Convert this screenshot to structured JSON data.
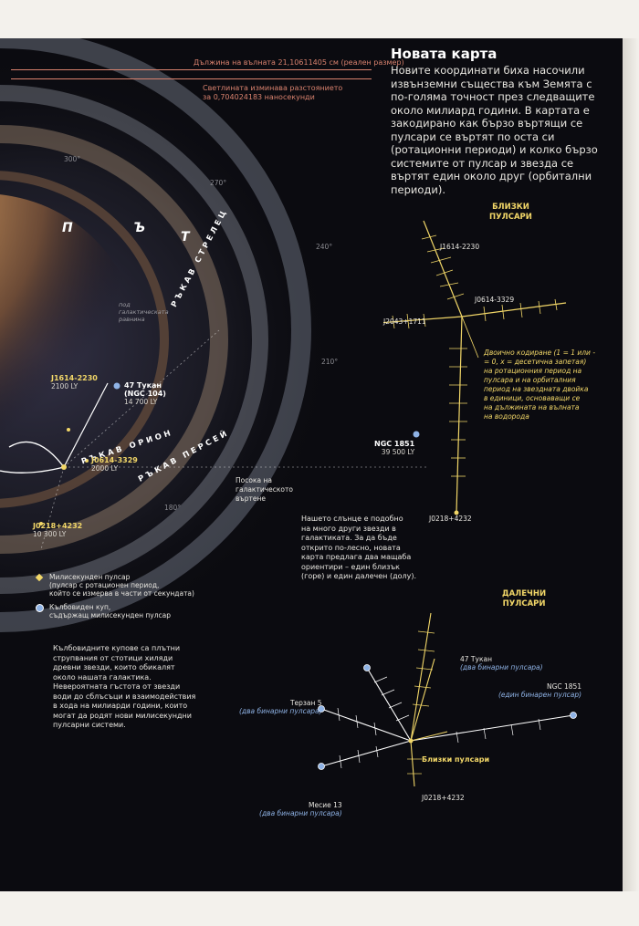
{
  "scale": {
    "wavelength": "Дължина на вълната 21,10611405 см (реален размер)",
    "light_time_line1": "Светлината изминава разстоянието",
    "light_time_line2": "за 0,704024183 наносекунди"
  },
  "heading": {
    "title": "Новата карта",
    "intro": "Новите координати биха насочили извънземни същества към Земята с по-голяма точност през следващите около милиард години. В картата е закодирано как бързо въртящи се пулсари се въртят по оста си (ротационни периоди) и колко бързо системите от пулсар и звезда се въртят един около друг (орбитални периоди)."
  },
  "galaxy": {
    "path_letters": [
      "П",
      "Ъ",
      "Т"
    ],
    "degrees": [
      "300°",
      "270°",
      "240°",
      "210°",
      "180°"
    ],
    "arm_sagittarius": "РЪКАВ СТРЕЛЕЦ",
    "arm_orion": "РЪКАВ ОРИОН",
    "arm_perseus": "РЪКАВ ПЕРСЕЙ",
    "galactic_plane_label": [
      "под",
      "галактическата",
      "равнина"
    ],
    "rotation_label_line1": "Посока на",
    "rotation_label_line2": "галактическото",
    "rotation_label_line3": "въртене",
    "pulsars": [
      {
        "name": "J1614-2230",
        "dist": "2100 LY"
      },
      {
        "name": "J0614-3329",
        "dist": "2000 LY"
      },
      {
        "name": "J0218+4232",
        "dist": "10 300 LY"
      }
    ],
    "clusters": [
      {
        "name1": "47 Тукан",
        "name2": "(NGC 104)",
        "dist": "14 700 LY"
      },
      {
        "name1": "NGC 1851",
        "dist": "39 500 LY"
      }
    ]
  },
  "near": {
    "heading_line1": "БЛИЗКИ",
    "heading_line2": "ПУЛСАРИ",
    "labels": [
      "J1614-2230",
      "J0614-3329",
      "J2043+1711",
      "J0218+4232"
    ],
    "binary_note": [
      "Двоично кодиране (1 = 1 или -",
      "= 0, x = десетична запетая)",
      "на ротационния период на",
      "пулсара и на орбиталния",
      "период на звездната двойка",
      "в единици, основаващи се",
      "на дължината на вълната",
      "на водорода"
    ]
  },
  "sun_note": [
    "Нашето слънце е подобно",
    "на много други звезди в",
    "галактиката. За да бъде",
    "открито по-лесно, новата",
    "карта предлага два мащаба",
    "ориентири – един близък",
    "(горе) и един далечен (долу)."
  ],
  "legend": {
    "pulsar_line1": "Милисекунден пулсар",
    "pulsar_line2": "(пулсар с ротационен период,",
    "pulsar_line3": "който се измерва в части от секундата)",
    "cluster_line1": "Кълбовиден куп,",
    "cluster_line2": "съдържащ милисекунден пулсар"
  },
  "clusters_note": [
    "Кълбовидните купове са плътни",
    "струпвания от стотици хиляди",
    "древни звезди, които обикалят",
    "около нашата галактика.",
    "Невероятната гъстота от звезди",
    "води до сблъсъци и взаимодействия",
    "в хода на милиарди години, които",
    "могат да родят нови милисекундни",
    "пулсарни системи."
  ],
  "far": {
    "heading_line1": "ДАЛЕЧНИ",
    "heading_line2": "ПУЛСАРИ",
    "tucanae": "47 Тукан",
    "tucanae_note": "(два бинарни пулсара)",
    "ngc1851": "NGC 1851",
    "ngc1851_note": "(един бинарен пулсар)",
    "terzan": "Терзан 5",
    "terzan_note": "(два бинарни пулсара)",
    "near_pulsars": "Близки пулсари",
    "j0218": "J0218+4232",
    "messier": "Месие 13",
    "messier_note": "(два бинарни пулсара)"
  },
  "colors": {
    "accent_yellow": "#f2d768",
    "scale_red": "#d9826e",
    "cluster_blue": "#8fb3e6",
    "background": "#0b0b10"
  }
}
